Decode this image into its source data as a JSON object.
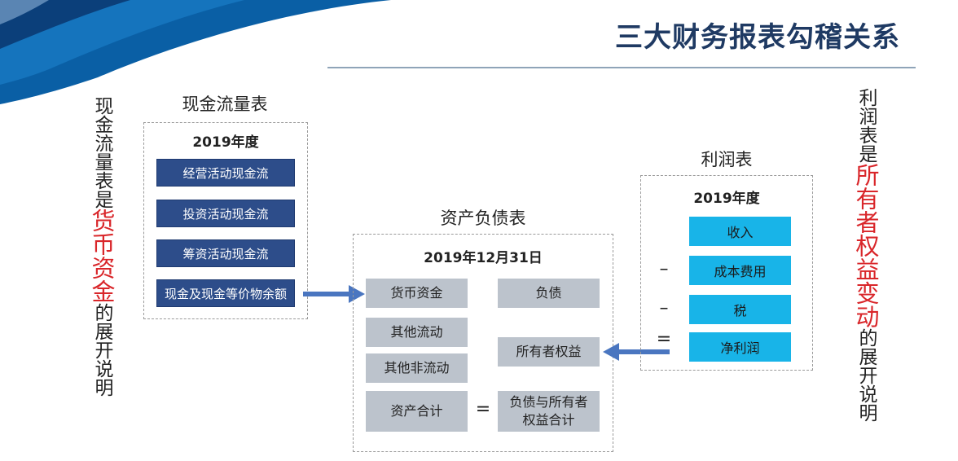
{
  "title": "三大财务报表勾稽关系",
  "left_note": {
    "pre": "现金流量表是",
    "highlight": "货币资金",
    "post": "的展开说明"
  },
  "right_note": {
    "pre": "利润表是",
    "highlight": "所有者权益变动",
    "post": "的展开说明"
  },
  "cashflow": {
    "label": "现金流量表",
    "period": "2019年度",
    "items": [
      "经营活动现金流",
      "投资活动现金流",
      "筹资活动现金流",
      "现金及现金等价物余额"
    ]
  },
  "balance": {
    "label": "资产负债表",
    "period": "2019年12月31日",
    "assets": [
      "货币资金",
      "其他流动",
      "其他非流动"
    ],
    "assets_total": "资产合计",
    "liabilities": "负债",
    "equity": "所有者权益",
    "total": "负债与所有者权益合计",
    "equals": "="
  },
  "income": {
    "label": "利润表",
    "period": "2019年度",
    "items": [
      "收入",
      "成本费用",
      "税",
      "净利润"
    ],
    "operators": [
      "–",
      "–",
      "="
    ]
  },
  "colors": {
    "navy": "#2d4d8a",
    "cyan": "#18b4e8",
    "grey": "#bcc3cc",
    "red": "#d9262a",
    "arrow": "#4a76c0"
  }
}
